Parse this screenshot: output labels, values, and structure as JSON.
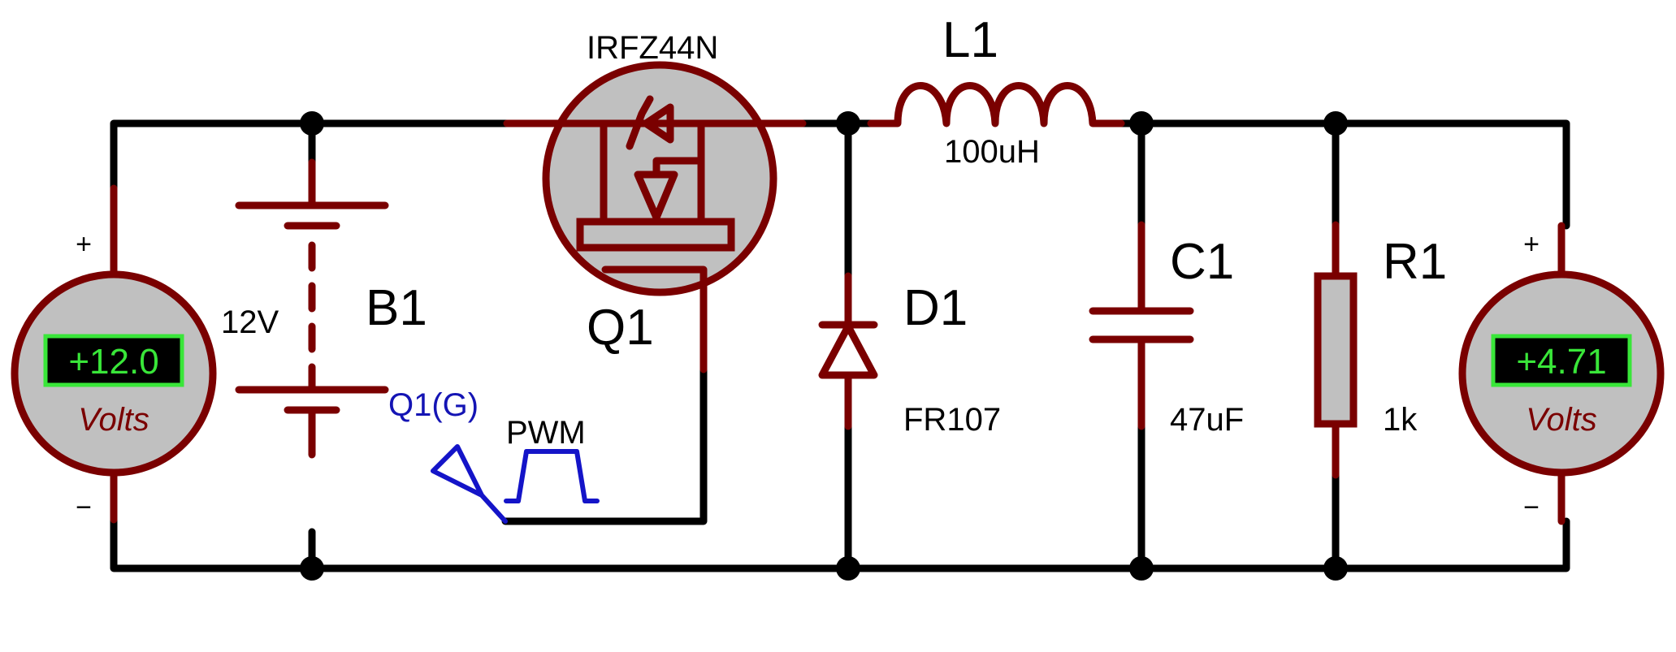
{
  "colors": {
    "wire": "#000000",
    "component": "#7a0000",
    "component_fill": "#c0c0c0",
    "probe": "#1414b4",
    "display_bg": "#000000",
    "display_text": "#39e639"
  },
  "components": {
    "voltmeter_in": {
      "reading": "+12.0",
      "unit": "Volts",
      "plus": "+",
      "minus": "−"
    },
    "battery": {
      "ref": "B1",
      "value": "12V"
    },
    "mosfet": {
      "ref": "Q1",
      "part": "IRFZ44N"
    },
    "probe": {
      "label": "Q1(G)",
      "signal": "PWM"
    },
    "diode": {
      "ref": "D1",
      "part": "FR107"
    },
    "inductor": {
      "ref": "L1",
      "value": "100uH"
    },
    "capacitor": {
      "ref": "C1",
      "value": "47uF"
    },
    "resistor": {
      "ref": "R1",
      "value": "1k"
    },
    "voltmeter_out": {
      "reading": "+4.71",
      "unit": "Volts",
      "plus": "+",
      "minus": "−"
    }
  }
}
